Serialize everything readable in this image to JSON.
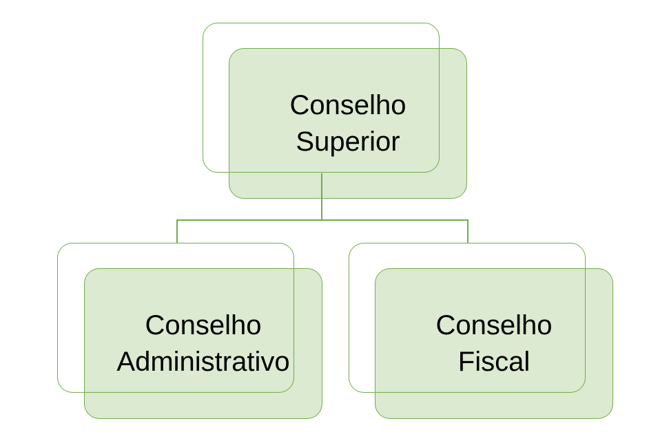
{
  "colors": {
    "border": "#70ad47",
    "fill": "#dae5d3"
  },
  "nodes": {
    "top": {
      "line1": "Conselho",
      "line2": "Superior"
    },
    "left": {
      "line1": "Conselho",
      "line2": "Administrativo"
    },
    "right": {
      "line1": "Conselho",
      "line2": "Fiscal"
    }
  }
}
